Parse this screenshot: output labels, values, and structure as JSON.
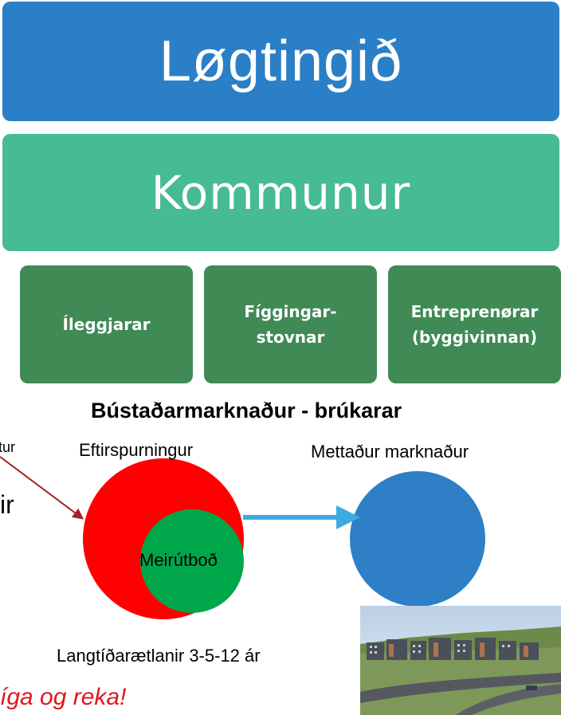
{
  "tiers": {
    "top": "Løgtingið",
    "middle": "Kommunur",
    "bottom": [
      {
        "label": "Íleggjarar"
      },
      {
        "label": "Fíggingar-\nstovnar"
      },
      {
        "label": "Entreprenørar\n(byggivinnan)"
      }
    ]
  },
  "market": {
    "title": "Bústaðarmarknaður - brúkarar",
    "demand_label": "Eftirspurningur",
    "saturated_label": "Mettaður marknaður",
    "oversupply_label": "Meirútboð",
    "plans_label": "Langtíðarætlanir 3-5-12 ár"
  },
  "partial_text": {
    "top_left": "tur",
    "left_big": "ir",
    "slogan": "íga og reka!"
  },
  "colors": {
    "tier_top": "#2a7fc7",
    "tier_middle": "#46bb94",
    "tier_bottom": "#3f8a55",
    "demand_circle": "#ff0000",
    "oversupply_circle": "#00a74a",
    "saturated_circle": "#2e7fc6",
    "arrow_blue": "#3cace0",
    "arrow_red": "#a32222",
    "slogan": "#e0161b"
  },
  "icons": {
    "photo": "apartment-buildings-photo"
  }
}
